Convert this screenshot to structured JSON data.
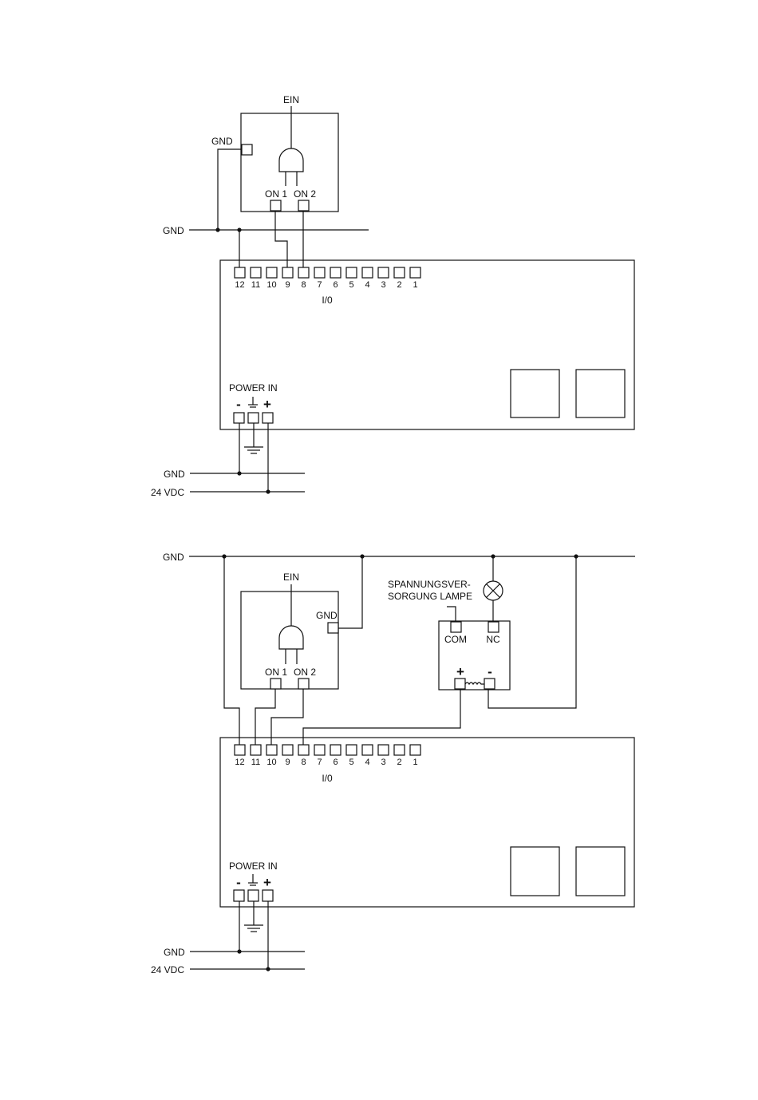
{
  "diagram1": {
    "ein": "EIN",
    "gnd_module": "GND",
    "on1": "ON 1",
    "on2": "ON 2",
    "gnd_rail": "GND",
    "io": "I/0",
    "power_in": "POWER IN",
    "minus": "-",
    "plus": "+",
    "gnd_bottom": "GND",
    "vdc": "24 VDC"
  },
  "diagram2": {
    "gnd_rail": "GND",
    "ein": "EIN",
    "gnd_module": "GND",
    "on1": "ON 1",
    "on2": "ON 2",
    "lamp_supply_1": "SPANNUNGSVER-",
    "lamp_supply_2": "SORGUNG LAMPE",
    "com": "COM",
    "nc": "NC",
    "relay_plus": "+",
    "relay_minus": "-",
    "io": "I/0",
    "power_in": "POWER IN",
    "minus": "-",
    "plus": "+",
    "gnd_bottom": "GND",
    "vdc": "24 VDC"
  },
  "terminal_labels": [
    "12",
    "11",
    "10",
    "9",
    "8",
    "7",
    "6",
    "5",
    "4",
    "3",
    "2",
    "1"
  ],
  "icons": [
    "push-button-icon",
    "ground-symbol-icon",
    "lamp-icon",
    "relay-coil-icon"
  ]
}
